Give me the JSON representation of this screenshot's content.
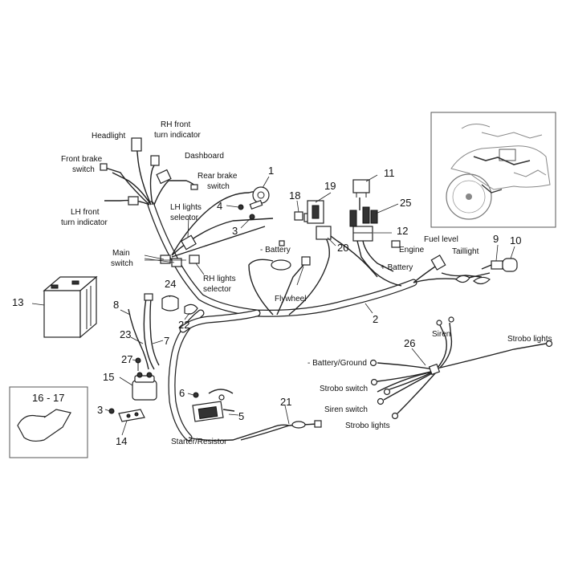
{
  "labels": {
    "headlight": "Headlight",
    "rh_front_1": "RH front",
    "rh_front_2": "turn indicator",
    "dashboard": "Dashboard",
    "front_brake_1": "Front brake",
    "front_brake_2": "switch",
    "rear_brake_1": "Rear brake",
    "rear_brake_2": "switch",
    "lh_front_1": "LH front",
    "lh_front_2": "turn indicator",
    "lh_lights_1": "LH lights",
    "lh_lights_2": "selector",
    "main_switch_1": "Main",
    "main_switch_2": "switch",
    "rh_lights_1": "RH lights",
    "rh_lights_2": "selector",
    "minus_battery": "- Battery",
    "flywheel": "Flywheel",
    "engine": "Engine",
    "plus_battery": "+ Battery",
    "fuel_level": "Fuel level",
    "taillight": "Taillight",
    "siren": "Siren",
    "strobo_lights_top": "Strobo lights",
    "battery_ground": "- Battery/Ground",
    "strobo_switch": "Strobo switch",
    "siren_switch": "Siren switch",
    "strobo_lights_bottom": "Strobo lights",
    "starter_resistor": "Starter/Resistor",
    "inset_range": "16 - 17"
  },
  "numbers": {
    "n1": "1",
    "n2": "2",
    "n3a": "3",
    "n3b": "3",
    "n4": "4",
    "n5": "5",
    "n6": "6",
    "n7": "7",
    "n8": "8",
    "n9": "9",
    "n10": "10",
    "n11": "11",
    "n12": "12",
    "n13": "13",
    "n14": "14",
    "n15": "15",
    "n18": "18",
    "n19": "19",
    "n20": "20",
    "n21": "21",
    "n22": "22",
    "n23": "23",
    "n24": "24",
    "n25": "25",
    "n26": "26",
    "n27": "27"
  }
}
